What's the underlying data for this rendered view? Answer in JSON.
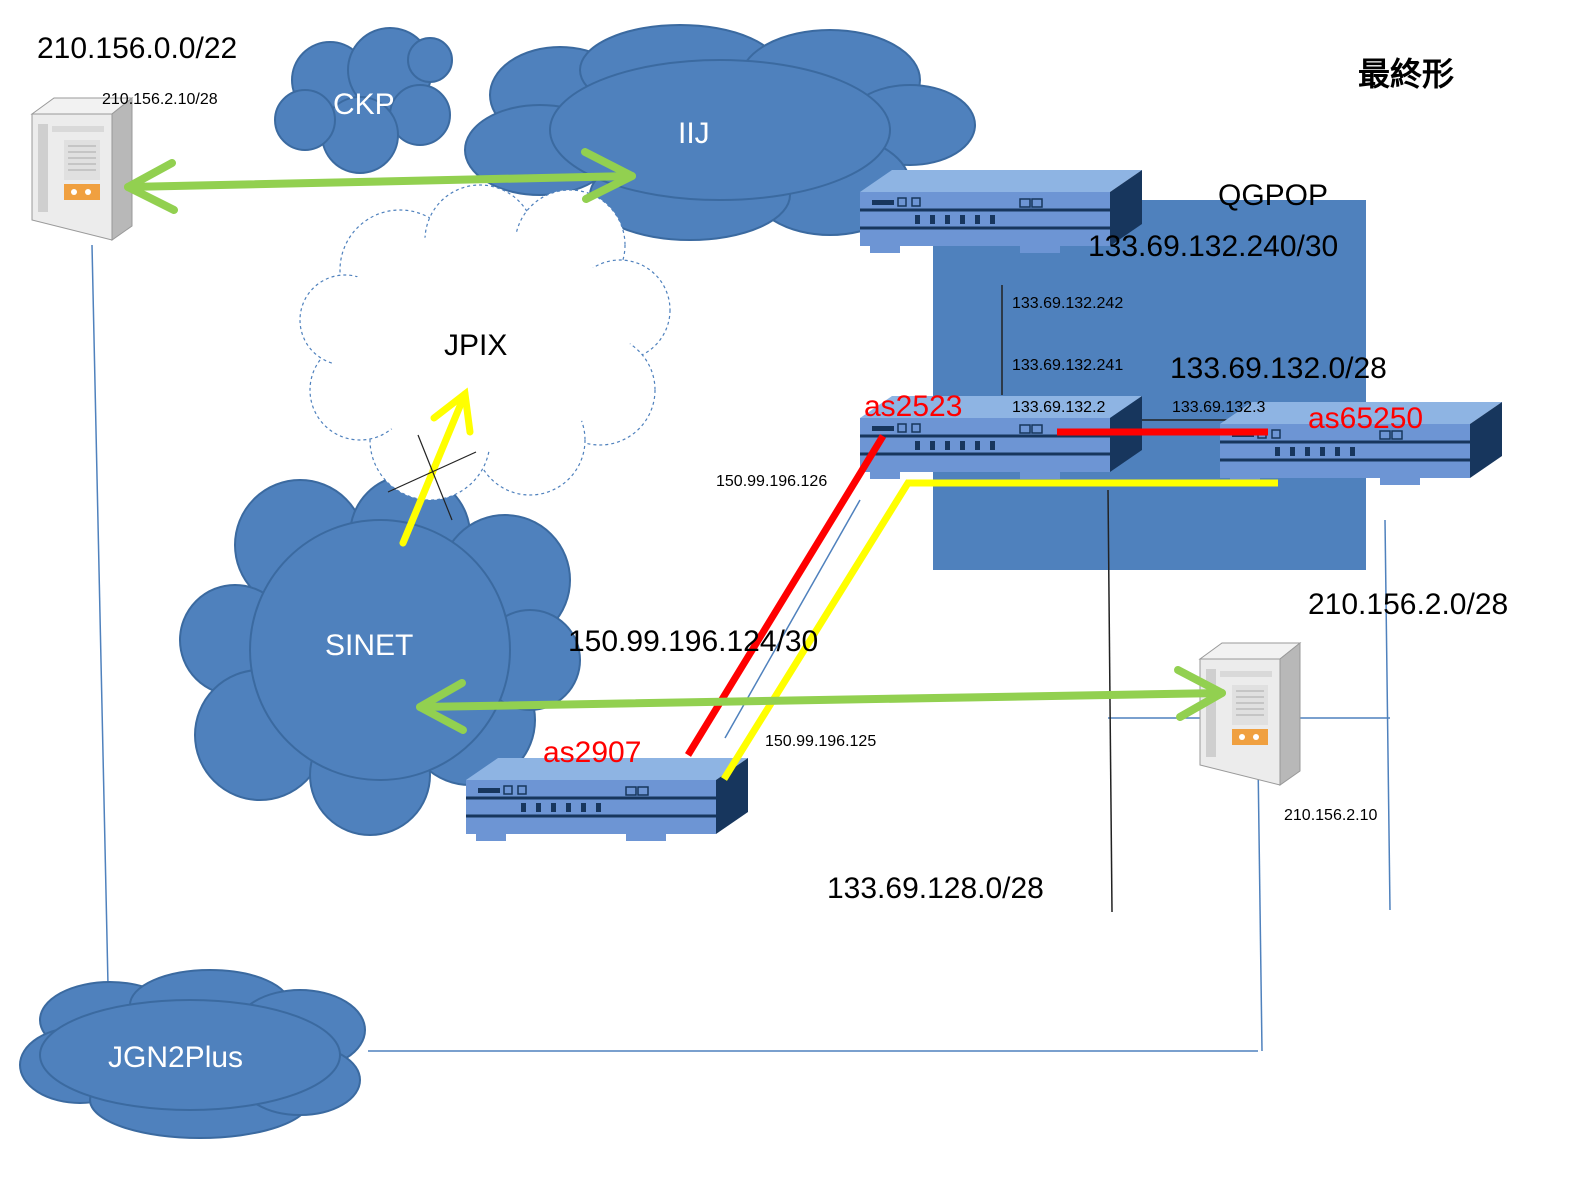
{
  "title": "最終形",
  "clouds": {
    "ckp": "CKP",
    "iij": "IIJ",
    "jpix": "JPIX",
    "sinet": "SINET",
    "jgn": "JGN2Plus"
  },
  "region": {
    "name": "QGPOP"
  },
  "as_numbers": {
    "as2523": "as2523",
    "as65250": "as65250",
    "as2907": "as2907"
  },
  "networks": {
    "n_210_156_0_0_22": "210.156.0.0/22",
    "n_133_69_132_240_30": "133.69.132.240/30",
    "n_133_69_132_0_28": "133.69.132.0/28",
    "n_210_156_2_0_28": "210.156.2.0/28",
    "n_150_99_196_124_30": "150.99.196.124/30",
    "n_133_69_128_0_28": "133.69.128.0/28"
  },
  "addresses": {
    "a_210_156_2_10_28": "210.156.2.10/28",
    "a_133_69_132_242": "133.69.132.242",
    "a_133_69_132_241": "133.69.132.241",
    "a_133_69_132_2": "133.69.132.2",
    "a_133_69_132_3": "133.69.132.3",
    "a_150_99_196_126": "150.99.196.126",
    "a_150_99_196_125": "150.99.196.125",
    "a_210_156_2_10": "210.156.2.10"
  },
  "colors": {
    "cloud_fill": "#4f81bd",
    "cloud_stroke": "#3b6aa0",
    "region_fill": "#4f81bd",
    "router_light": "#8eb4e3",
    "router_mid": "#6d95d4",
    "router_dark": "#17365d",
    "arrow_green": "#92d050",
    "arrow_yellow": "#ffff00",
    "link_red": "#ff0000",
    "link_yellow": "#ffff00",
    "as_label": "#ff0000",
    "thin_line": "#4f81bd"
  },
  "icons": [
    "server-icon",
    "router-icon",
    "cloud-icon"
  ]
}
